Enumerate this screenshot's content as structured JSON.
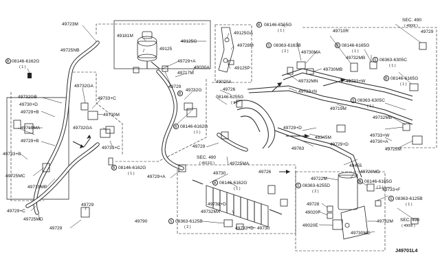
{
  "diagram_code": "J49701L4",
  "labels": {
    "p49723m": "49723M",
    "p49725nb": "49725NB",
    "b08146_6162g_top": "08146-6162G",
    "b08146_6162g_top_q": "( 1 )",
    "p49732gb": "49732GB",
    "p49730d_left": "49730+D",
    "p49729b_left1": "49729+B",
    "p49719ma": "49719MA",
    "p49733b_left": "49733+B",
    "p49729b_left2": "49729+B",
    "p49725mc": "49725MC",
    "p49719mb": "49719MB",
    "p49729c": "49729+C",
    "p49725md": "49725MD",
    "p49729_bl": "49729",
    "p49729_bottom": "49729",
    "p49732ga_1": "49732GA",
    "p49733c_1": "49733+C",
    "p49730m": "49730M",
    "p49732ga_2": "49732GA",
    "p49733c_2": "49733+C",
    "p49181m": "49181M",
    "p49125": "49125",
    "p49729_tank": "49729",
    "p49125g": "49125G",
    "p49125ga": "49125GA",
    "p49728m": "49728M",
    "p49125p": "49125P",
    "p49729a_top": "49729+A",
    "p49030a": "49030A",
    "p49717m": "49717M",
    "p49732g": "49732G",
    "p49020a": "49020A",
    "p49726_top": "49726",
    "b08146_6255g": "08146-6255G",
    "b08146_6255g_q": "( 1 )",
    "b08146_6162g_mid": "08146-6162G",
    "b08146_6162g_mid_q": "( 1 )",
    "p49729_mid": "49729",
    "sec490_mid": "SEC. 490",
    "sec490_mid_sub": "( 4911D )",
    "b08146_6162g_low": "08146-6162G",
    "b08146_6162g_low_q": "( 1 )",
    "p49729a_low": "49729+A",
    "p49725ma": "49725MA",
    "p49730_cooler": "49730",
    "p49726_low": "49726",
    "b08146_6162g_cool": "08146-6162G",
    "b08146_6162g_cool_q": "( 1 )",
    "p49733d_cool": "49733+D",
    "p49732ma": "49732MA",
    "s08363_6125b_low": "08363-6125B",
    "s08363_6125b_low_q": "( 2 )",
    "p49733d_low": "49733+D",
    "p49730_low": "49730",
    "p49790": "49790",
    "b08146_6165g_top": "08146-6165G",
    "b08146_6165g_top_q": "( 1 )",
    "p49710r": "49710R",
    "s08363_6163b": "08363-6163B",
    "s08363_6163b_q": "( 2 )",
    "b08146_6165g_r": "08146-6165G",
    "b08146_6165g_r_q": "( 1 )",
    "p49730ma": "49730MA",
    "p49732mb_1": "49732MB",
    "p49730mb": "49730MB",
    "s08363_6305c_1": "08363-6305C",
    "s08363_6305c_1_q": "( 1 )",
    "p49732mn": "49732MN",
    "p49733n": "49733+N",
    "p49733w_1": "49733+W",
    "b08146_6165g_rr": "08146-6165G",
    "b08146_6165g_rr_q": "( 1 )",
    "p49719m": "49719M",
    "s08363_6305c_2": "08363-6305C",
    "s08363_6305c_2_q": "( 1 )",
    "p49729d_1": "49729+D",
    "p49732mb_2": "49732MB",
    "p49345m": "49345M",
    "p49729d_2": "49729+D",
    "p49733w_2": "49733+W",
    "p49730a": "49730+A",
    "p49725m": "49725M",
    "p49763": "49763",
    "p49455": "49455",
    "p49720md": "49720MD",
    "p49722m": "49722M",
    "s08363_6255d": "08363-6255D",
    "s08363_6255d_q": "( 2 )",
    "b08146_6165g_low": "08146-6165G",
    "b08146_6165g_low_q": "( 1 )",
    "p49733f": "49733+F",
    "s08363_6125b_r": "08363-6125B",
    "s08363_6125b_r_q": "( 1 )",
    "p49728_low": "49728",
    "p49020f": "49020F",
    "p49732m": "49732M",
    "p49020e": "49020E",
    "p49730mc": "49730MC",
    "sec490_tr": "SEC. 490",
    "sec490_tr_sub": "( 4900l )",
    "p49729_tr": "49729",
    "sec490_br": "SEC. 490",
    "sec490_br_sub": "( 4900l )"
  }
}
